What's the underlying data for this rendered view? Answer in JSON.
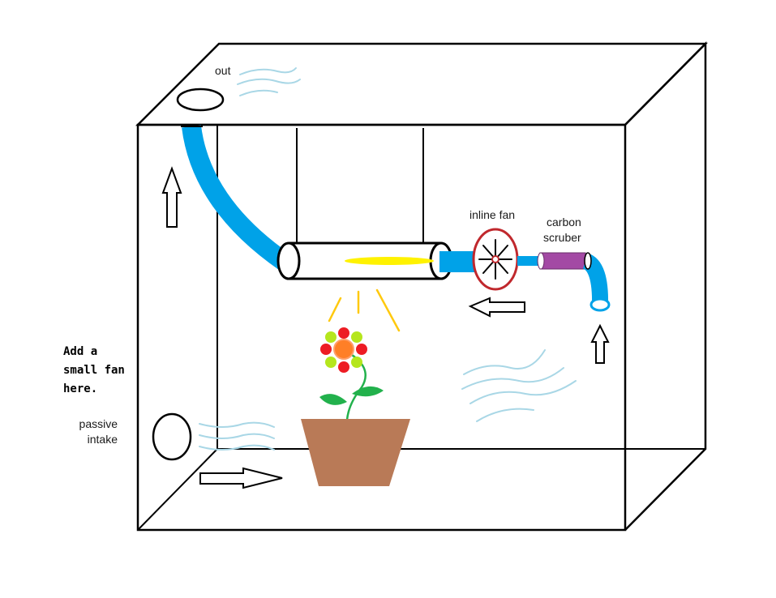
{
  "labels": {
    "out": "out",
    "inline_fan": "inline fan",
    "carbon_line1": "carbon",
    "carbon_line2": "scruber",
    "note_line1": "Add a",
    "note_line2": "small fan",
    "note_line3": "here.",
    "passive_line1": "passive",
    "passive_line2": "intake"
  },
  "colors": {
    "duct": "#00a2e8",
    "lamp": "#fff200",
    "light_rays": "#ffc90e",
    "fan_ring": "#c0282d",
    "scrubber": "#a349a4",
    "airflow": "#a9d7e6",
    "pot": "#b97a57",
    "leaf": "#22b14c",
    "petal_red": "#ed1c24",
    "petal_green": "#b5e61d",
    "flower_center": "#ff7f27"
  }
}
